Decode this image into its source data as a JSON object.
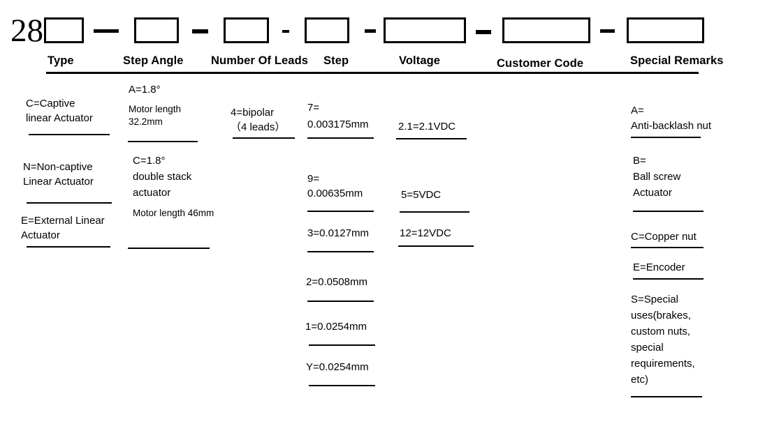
{
  "part_number_diagram": {
    "prefix": "28",
    "colors": {
      "ink": "#000000",
      "background": "#ffffff"
    },
    "columns": {
      "type": {
        "header": "Type",
        "options": [
          {
            "lines": [
              "C=Captive",
              "linear Actuator"
            ]
          },
          {
            "lines": [
              "N=Non-captive",
              "Linear Actuator"
            ]
          },
          {
            "lines": [
              "E=External Linear",
              "Actuator"
            ]
          }
        ]
      },
      "step_angle": {
        "header": "Step Angle",
        "options": [
          {
            "lines": [
              "A=1.8°",
              "Motor length",
              "32.2mm"
            ]
          },
          {
            "lines": [
              "C=1.8°",
              "double stack",
              "actuator",
              "Motor length 46mm"
            ]
          }
        ]
      },
      "number_of_leads": {
        "header": "Number Of Leads",
        "options": [
          {
            "lines": [
              "4=bipolar",
              "（4 leads）"
            ]
          }
        ]
      },
      "step": {
        "header": "Step",
        "options": [
          {
            "lines": [
              "7=",
              "0.003175mm"
            ]
          },
          {
            "lines": [
              "9=",
              "0.00635mm"
            ]
          },
          {
            "lines": [
              "3=0.0127mm"
            ]
          },
          {
            "lines": [
              "2=0.0508mm"
            ]
          },
          {
            "lines": [
              "1=0.0254mm"
            ]
          },
          {
            "lines": [
              "Y=0.0254mm"
            ]
          }
        ]
      },
      "voltage": {
        "header": "Voltage",
        "options": [
          {
            "lines": [
              "2.1=2.1VDC"
            ]
          },
          {
            "lines": [
              "5=5VDC"
            ]
          },
          {
            "lines": [
              "12=12VDC"
            ]
          }
        ]
      },
      "customer_code": {
        "header": "Customer Code",
        "options": []
      },
      "special_remarks": {
        "header": "Special Remarks",
        "options": [
          {
            "lines": [
              "A=",
              "Anti-backlash nut"
            ]
          },
          {
            "lines": [
              "B=",
              "Ball screw",
              "Actuator"
            ]
          },
          {
            "lines": [
              "C=Copper nut"
            ]
          },
          {
            "lines": [
              "E=Encoder"
            ]
          },
          {
            "lines": [
              "S=Special",
              "uses(brakes,",
              "custom nuts,",
              "special",
              "requirements,",
              "etc)"
            ]
          }
        ]
      }
    }
  }
}
